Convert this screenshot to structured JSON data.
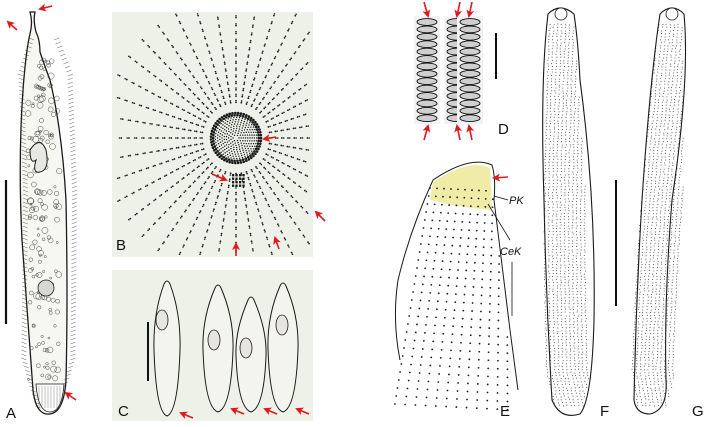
{
  "figure": {
    "panels": [
      {
        "id": "A",
        "label": "A"
      },
      {
        "id": "B",
        "label": "B"
      },
      {
        "id": "C",
        "label": "C"
      },
      {
        "id": "D",
        "label": "D"
      },
      {
        "id": "E",
        "label": "E"
      },
      {
        "id": "F",
        "label": "F"
      },
      {
        "id": "G",
        "label": "G"
      }
    ],
    "annotations": {
      "pk": "PK",
      "cek": "CeK"
    },
    "colors": {
      "arrow": "#e0191f",
      "panel_background": "#eef1e7",
      "ink": "#1a1a1a",
      "perioral_highlight": "#e9e58a"
    }
  }
}
